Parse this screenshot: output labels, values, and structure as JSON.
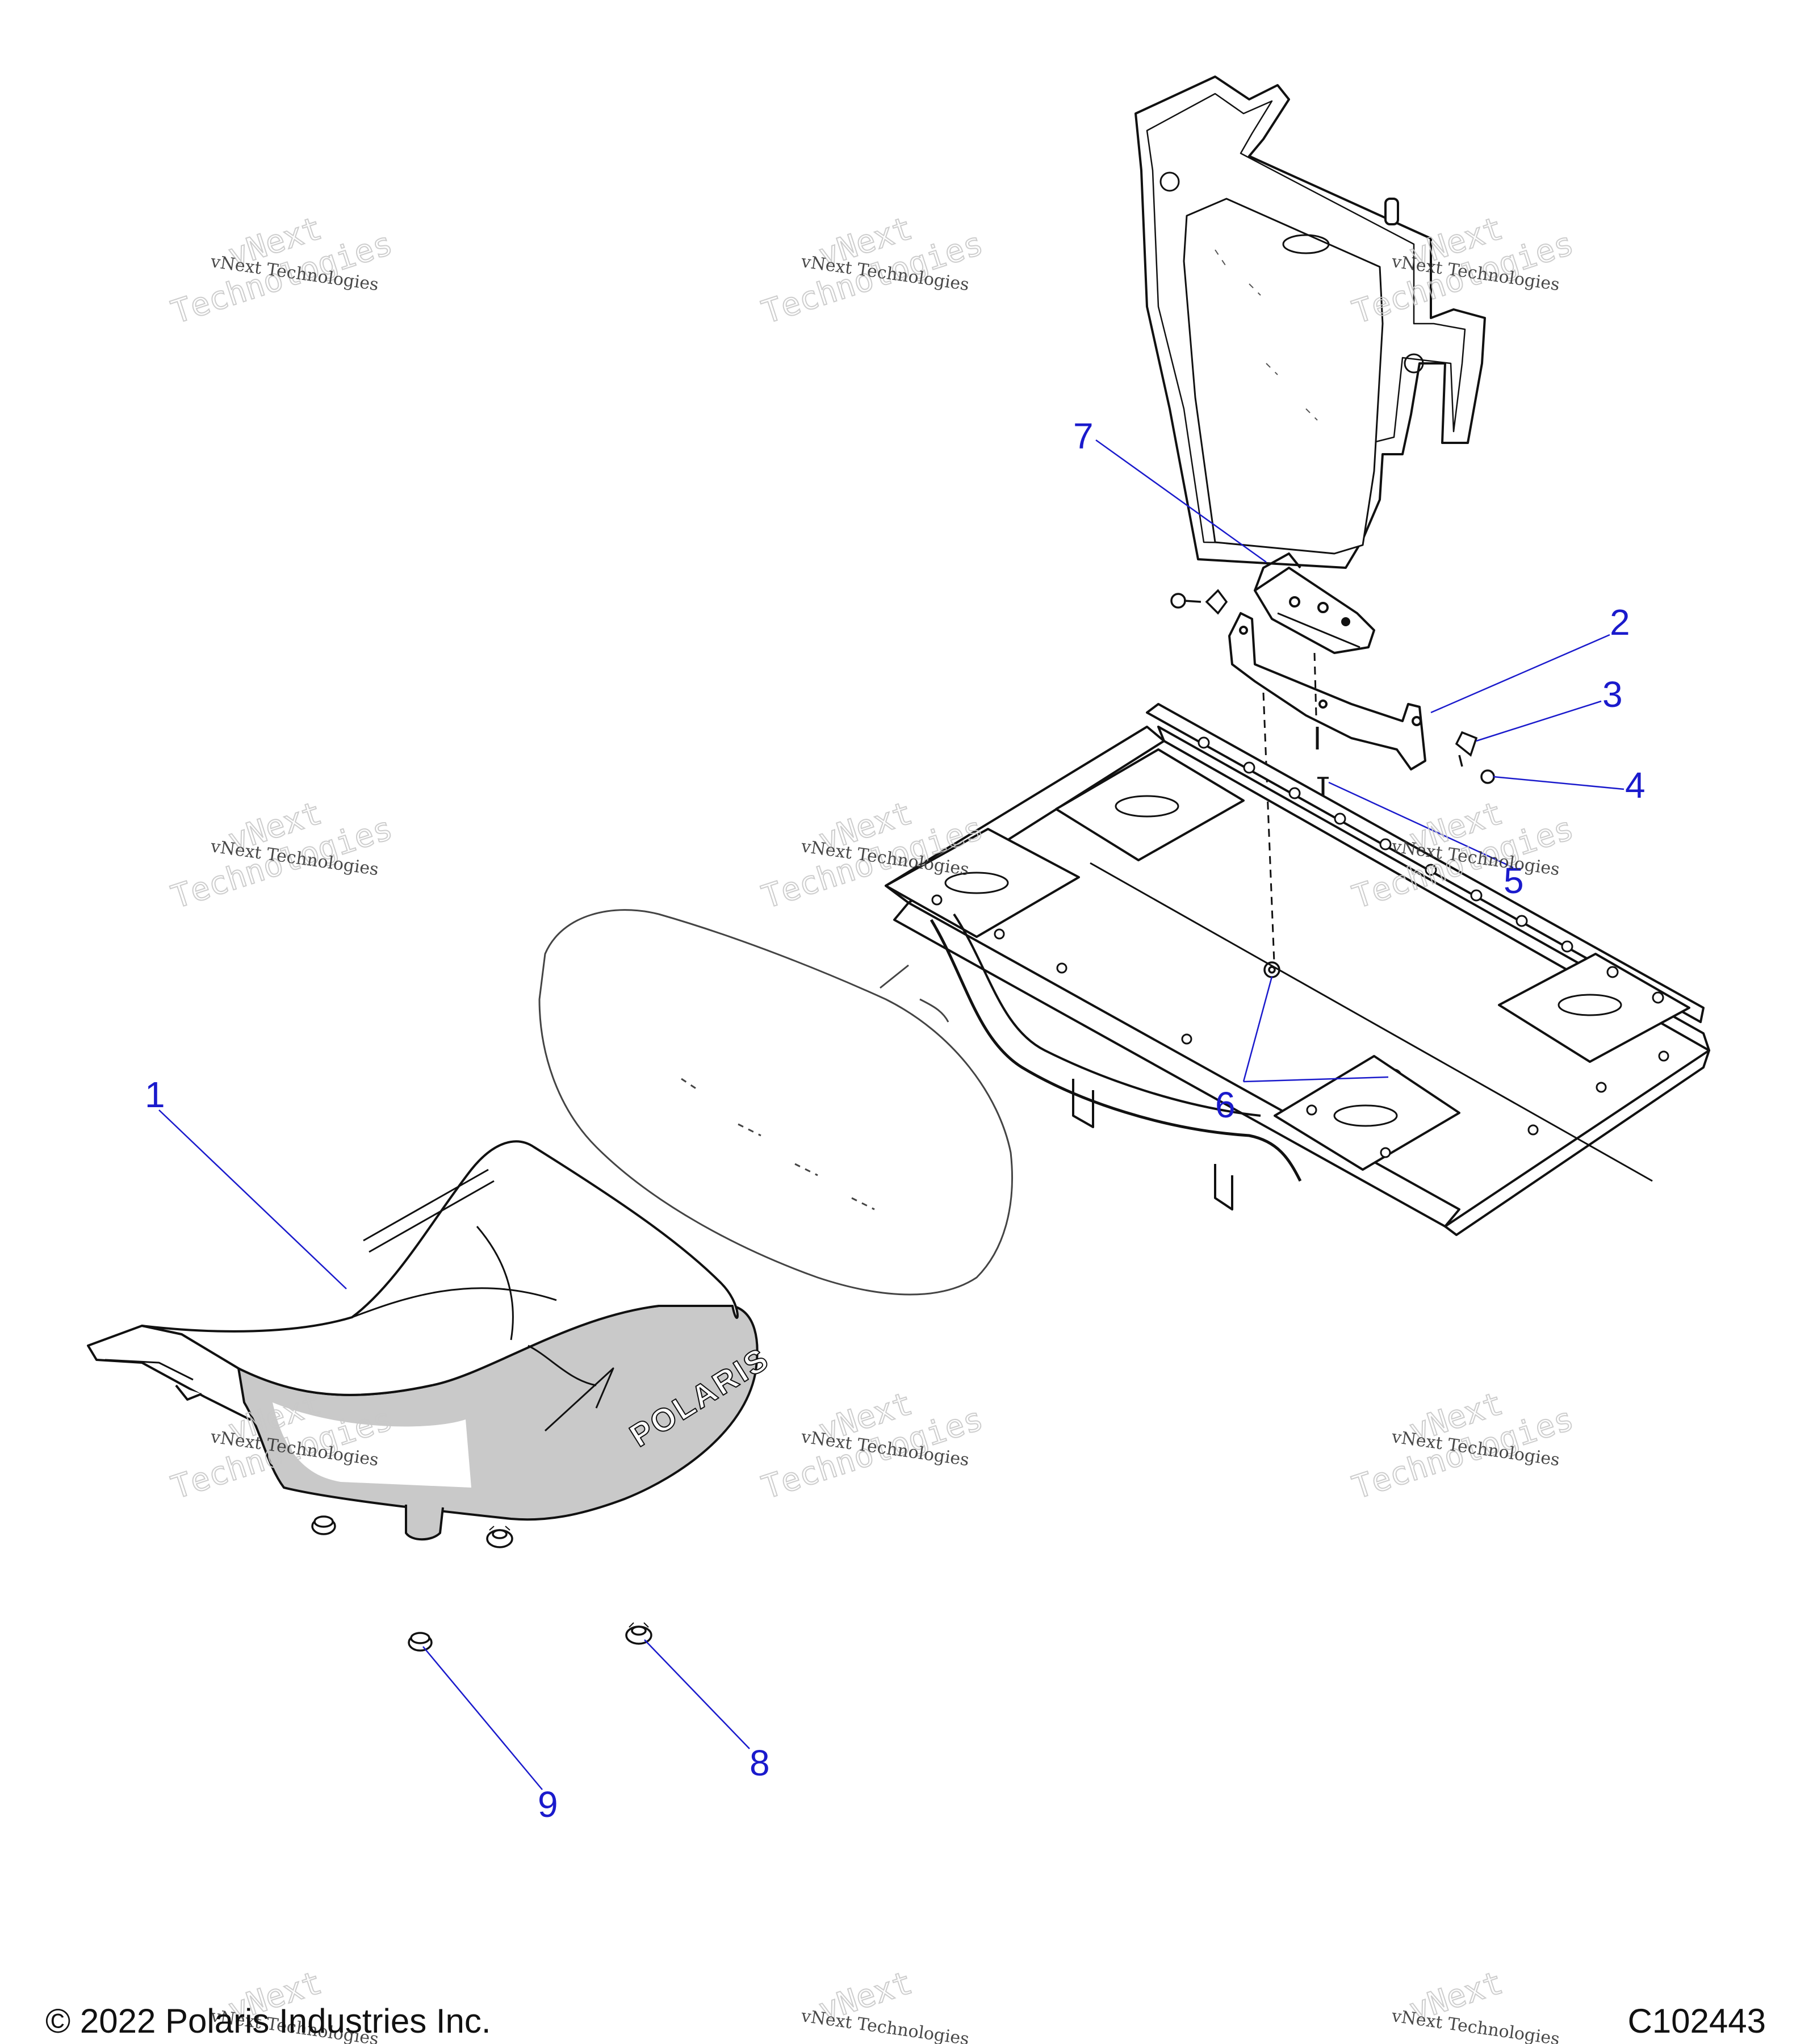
{
  "diagram": {
    "callouts": [
      {
        "id": "1",
        "label": "1"
      },
      {
        "id": "2",
        "label": "2"
      },
      {
        "id": "3",
        "label": "3"
      },
      {
        "id": "4",
        "label": "4"
      },
      {
        "id": "5",
        "label": "5"
      },
      {
        "id": "6",
        "label": "6"
      },
      {
        "id": "7",
        "label": "7"
      },
      {
        "id": "8",
        "label": "8"
      },
      {
        "id": "9",
        "label": "9"
      }
    ],
    "logo_text": "POLARIS",
    "callout_color": "#1a1acc",
    "line_color": "#111111"
  },
  "watermark": {
    "text": "vNext Technologies",
    "ghost_line1": "vNext",
    "ghost_line2": "Technologies"
  },
  "footer": {
    "copyright": "© 2022 Polaris Industries Inc.",
    "figure_code": "C102443"
  }
}
